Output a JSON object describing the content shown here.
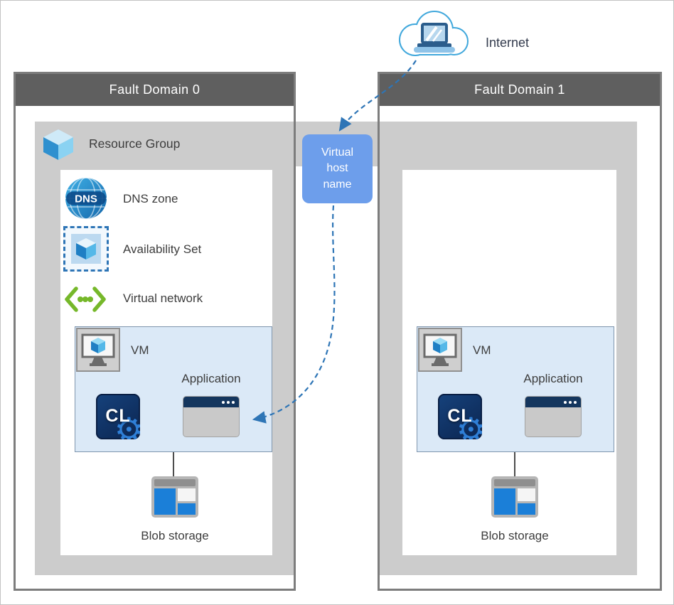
{
  "internet": {
    "label": "Internet"
  },
  "virtual_host": {
    "text": "Virtual\nhost\nname"
  },
  "resource_group": {
    "label": "Resource Group"
  },
  "dns_icon": {
    "text": "DNS"
  },
  "fault_domain_0": {
    "title": "Fault Domain 0",
    "items": [
      {
        "label": "DNS zone"
      },
      {
        "label": "Availability Set"
      },
      {
        "label": "Virtual network"
      }
    ],
    "vm": {
      "label": "VM",
      "application": "Application",
      "cl": "CL",
      "blob": "Blob storage"
    }
  },
  "fault_domain_1": {
    "title": "Fault Domain 1",
    "vm": {
      "label": "VM",
      "application": "Application",
      "cl": "CL",
      "blob": "Blob storage"
    }
  },
  "icons": {
    "internet": "cloud-with-laptop",
    "resource_group": "azure-cube",
    "dns_zone": "dns-globe",
    "availability_set": "dashed-square-cube",
    "virtual_network": "green-chevrons-dots",
    "vm": "monitor-with-cube",
    "application": "app-window",
    "cl": "cl-gear-tile",
    "blob_storage": "storage-blocks"
  },
  "colors": {
    "header_gray": "#5f5f5f",
    "border_gray": "#7d7d7d",
    "panel_gray": "#cccccc",
    "vm_box_blue": "#dbe9f7",
    "badge_blue": "#6d9eeb",
    "arrow_blue": "#2e75b6",
    "blob_blue": "#1b7fd8",
    "navy": "#14365e",
    "vnet_green": "#76b82a",
    "cloud_blue": "#41a8dc"
  }
}
